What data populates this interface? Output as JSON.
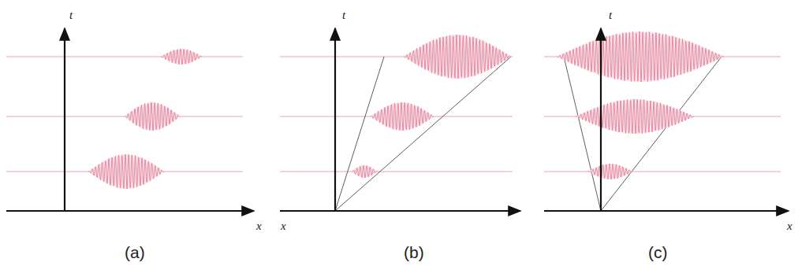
{
  "diagram": {
    "labels": [
      "t",
      "x",
      "(a)",
      "t",
      "x",
      "(b)",
      "t",
      "x",
      "(c)"
    ]
  }
}
